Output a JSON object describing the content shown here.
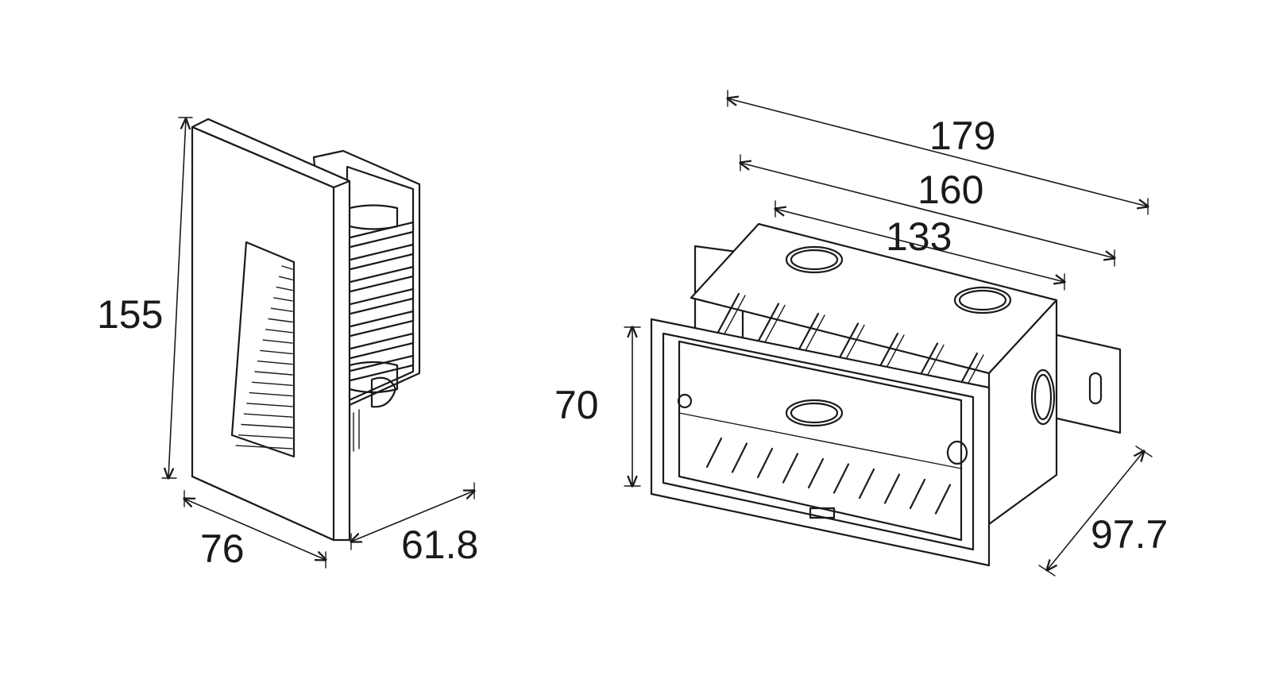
{
  "dimensions": {
    "left_height": "155",
    "left_width": "76",
    "left_depth": "61.8",
    "right_overall": "179",
    "right_middle": "160",
    "right_inner": "133",
    "right_height": "70",
    "right_depth": "97.7"
  },
  "colors": {
    "line": "#1a1a1a",
    "background": "#ffffff"
  }
}
